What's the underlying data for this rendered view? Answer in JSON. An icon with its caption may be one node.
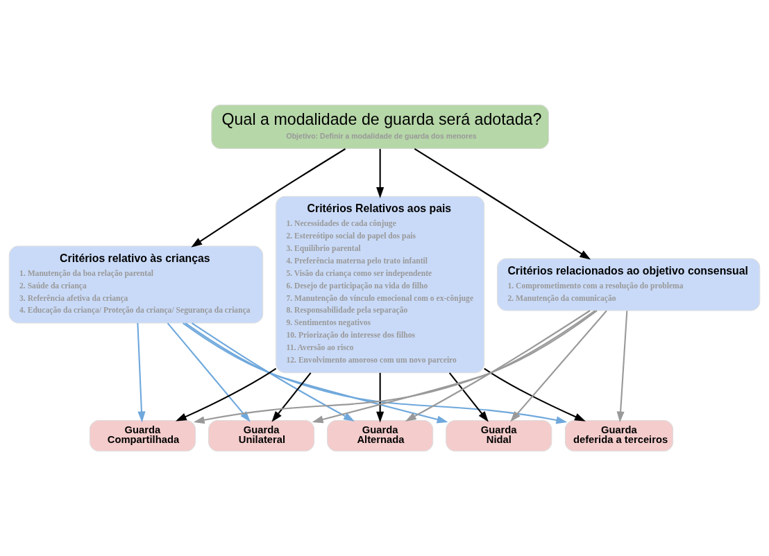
{
  "diagram": {
    "nodes": [
      {
        "text": [
          "Qual a modalidade de guarda será adotada?",
          "Objetivo: Definir a modalidade de guarda dos menores"
        ]
      },
      {
        "text": [
          "Critérios relativo às crianças",
          "1. Manutenção da boa relação parental",
          "2. Saúde da criança",
          "3. Referência afetiva da criança",
          "4. Educação da criança/ Proteção da criança/ Segurança da criança"
        ]
      },
      {
        "text": [
          "Critérios Relativos aos pais",
          "1. Necessidades de cada cônjuge",
          "2. Estereótipo social do papel dos pais",
          "3. Equilíbrio parental",
          "4. Preferência materna pelo trato infantil",
          "5. Visão da criança como ser independente",
          "6. Desejo de participação na vida do filho",
          "7. Manutenção do vínculo emocional com o ex-cônjuge",
          "8. Responsabilidade pela separação",
          "9. Sentimentos negativos",
          "10. Priorização do interesse dos filhos",
          "11. Aversão ao risco",
          "12. Envolvimento amoroso com um novo parceiro"
        ]
      },
      {
        "text": [
          "Critérios relacionados ao objetivo consensual",
          "1. Comprometimento com a resolução do problema",
          "2. Manutenção da comunicação"
        ]
      },
      {
        "text": [
          "Guarda Compartilhada"
        ]
      },
      {
        "text": [
          "Guarda Unilateral"
        ]
      },
      {
        "text": [
          "Guarda Alternada"
        ]
      },
      {
        "text": [
          "Guarda Nidal"
        ]
      },
      {
        "text": [
          "Guarda deferida a terceiros"
        ]
      }
    ],
    "edges": [
      {
        "from": 0,
        "to": 1,
        "arrow": "to"
      },
      {
        "from": 0,
        "to": 2,
        "arrow": "to"
      },
      {
        "from": 0,
        "to": 3,
        "arrow": "to"
      },
      {
        "from": 1,
        "to": 4,
        "arrow": "to",
        "color": "#6fa8dc"
      },
      {
        "from": 1,
        "to": 5,
        "arrow": "to",
        "color": "#6fa8dc"
      },
      {
        "from": 1,
        "to": 6,
        "arrow": "to",
        "color": "#6fa8dc"
      },
      {
        "from": 1,
        "to": 7,
        "arrow": "to",
        "color": "#6fa8dc"
      },
      {
        "from": 1,
        "to": 8,
        "arrow": "to",
        "color": "#6fa8dc"
      },
      {
        "from": 2,
        "to": 4,
        "arrow": "to"
      },
      {
        "from": 2,
        "to": 5,
        "arrow": "to"
      },
      {
        "from": 2,
        "to": 6,
        "arrow": "to"
      },
      {
        "from": 2,
        "to": 7,
        "arrow": "to"
      },
      {
        "from": 2,
        "to": 8,
        "arrow": "to"
      },
      {
        "from": 3,
        "to": 4,
        "arrow": "to",
        "color": "#999999"
      },
      {
        "from": 3,
        "to": 5,
        "arrow": "to",
        "color": "#999999"
      },
      {
        "from": 3,
        "to": 6,
        "arrow": "to",
        "color": "#999999"
      },
      {
        "from": 3,
        "to": 7,
        "arrow": "to",
        "color": "#999999"
      },
      {
        "from": 3,
        "to": 8,
        "arrow": "to",
        "color": "#999999"
      }
    ]
  }
}
